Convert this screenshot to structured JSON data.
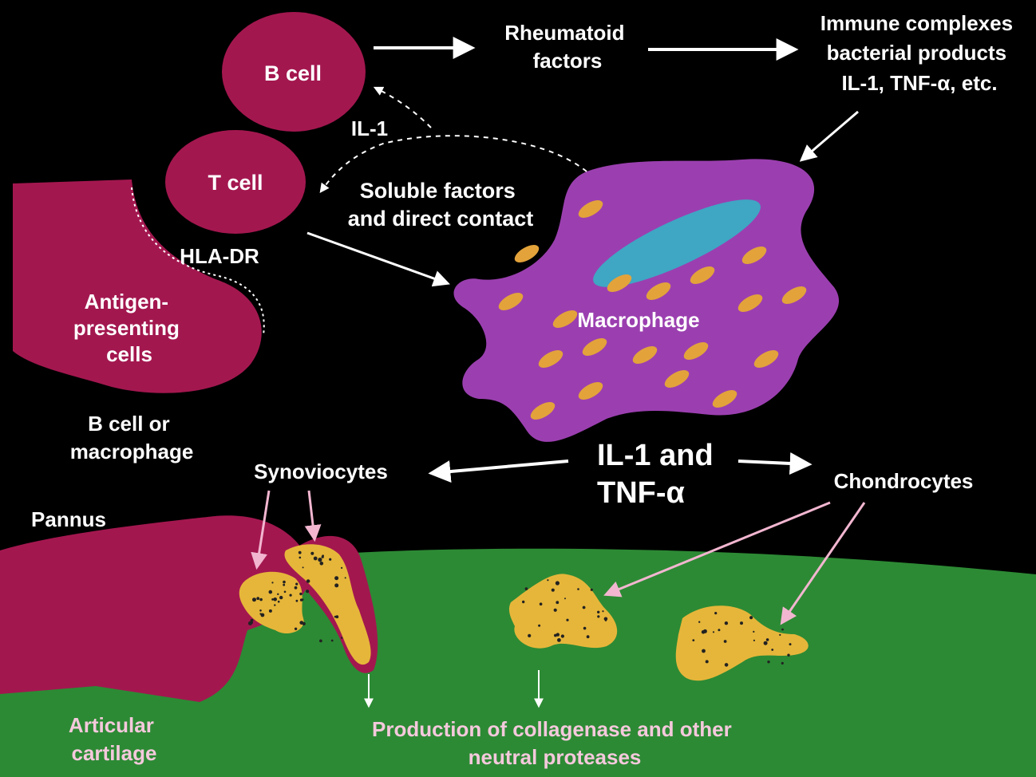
{
  "labels": {
    "b_cell": "B cell",
    "t_cell": "T cell",
    "hla_dr": "HLA-DR",
    "apc": [
      "Antigen-",
      "presenting",
      "cells"
    ],
    "b_cell_or_macrophage": [
      "B cell or",
      "macrophage"
    ],
    "rheumatoid_factors": [
      "Rheumatoid",
      "factors"
    ],
    "immune_complexes": [
      "Immune complexes",
      "bacterial products",
      "IL-1, TNF-α, etc."
    ],
    "il1": "IL-1",
    "soluble_factors": [
      "Soluble factors",
      "and direct contact"
    ],
    "macrophage": "Macrophage",
    "il1_tnf": [
      "IL-1 and",
      "TNF-α"
    ],
    "synoviocytes": "Synoviocytes",
    "chondrocytes": "Chondrocytes",
    "pannus": "Pannus",
    "articular_cartilage": [
      "Articular",
      "cartilage"
    ],
    "production": [
      "Production of collagenase and other",
      "neutral proteases"
    ]
  },
  "colors": {
    "background": "#000000",
    "cell": "#a3174f",
    "macrophage": "#9b3fb0",
    "macrophage_nucleus": "#3fa6c4",
    "granule": "#e3a33a",
    "cartilage": "#2c8a34",
    "synoviocyte": "#e6b63a",
    "arrow": "#ffffff",
    "pink_arrow": "#f2b6d0"
  }
}
